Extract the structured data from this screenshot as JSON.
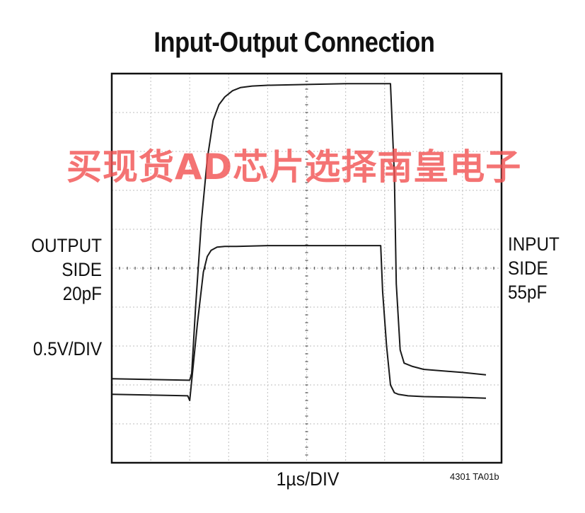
{
  "chart_data": {
    "type": "line",
    "title": "Input-Output Connection",
    "xlabel": "1µs/DIV",
    "ylabel": "0.5V/DIV",
    "figure_id": "4301 TA01b",
    "xlim": [
      0,
      10
    ],
    "ylim": [
      -2.5,
      2.5
    ],
    "x_divisions": 10,
    "y_divisions": 10,
    "grid": true,
    "left_annotation": [
      "OUTPUT",
      "SIDE",
      "20pF"
    ],
    "right_annotation": [
      "INPUT",
      "SIDE",
      "55pF"
    ],
    "series": [
      {
        "x": [
          0,
          2.0,
          2.05,
          2.15,
          2.3,
          2.45,
          2.6,
          2.75,
          2.9,
          3.1,
          3.3,
          3.6,
          4.0,
          5.0,
          6.0,
          7.0,
          7.15,
          7.25,
          7.3,
          7.4,
          7.5,
          7.7,
          8.0,
          9.0,
          9.6
        ],
        "y": [
          -1.42,
          -1.44,
          -1.35,
          -0.5,
          0.6,
          1.4,
          1.9,
          2.1,
          2.2,
          2.28,
          2.32,
          2.34,
          2.35,
          2.36,
          2.37,
          2.37,
          2.37,
          1.2,
          -0.2,
          -1.05,
          -1.22,
          -1.26,
          -1.3,
          -1.34,
          -1.37
        ]
      },
      {
        "x": [
          0,
          1.95,
          2.0,
          2.2,
          2.35,
          2.45,
          2.55,
          2.7,
          2.9,
          3.2,
          4.0,
          5.0,
          6.0,
          6.9,
          6.95,
          7.05,
          7.15,
          7.25,
          7.35,
          7.6,
          8.0,
          9.0,
          9.6
        ],
        "y": [
          -1.62,
          -1.64,
          -1.7,
          -0.7,
          -0.05,
          0.15,
          0.23,
          0.27,
          0.28,
          0.28,
          0.29,
          0.29,
          0.29,
          0.29,
          -0.3,
          -1.0,
          -1.5,
          -1.6,
          -1.62,
          -1.64,
          -1.65,
          -1.66,
          -1.67
        ]
      }
    ]
  },
  "watermark": "买现货AD芯片选择南皇电子"
}
